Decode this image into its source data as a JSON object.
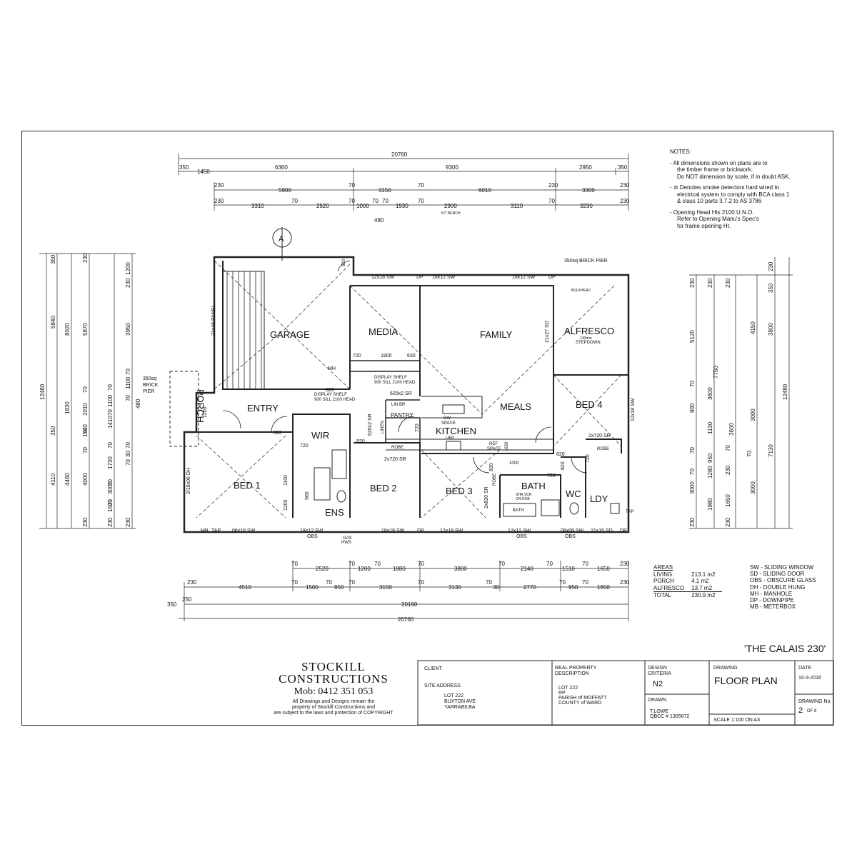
{
  "project_title": "'THE CALAIS 230'",
  "rooms": {
    "garage": "GARAGE",
    "media": "MEDIA",
    "family": "FAMILY",
    "alfresco": "ALFRESCO",
    "entry": "ENTRY",
    "meals": "MEALS",
    "bed4": "BED 4",
    "kitchen": "KITCHEN",
    "pantry": "PANTRY",
    "wir": "WIR",
    "bed1": "BED 1",
    "bed2": "BED 2",
    "bed3": "BED 3",
    "bath": "BATH",
    "wc": "WC",
    "ldy": "LDY",
    "ens": "ENS",
    "porch": "PORCH"
  },
  "labels": {
    "brick_pier_top": "350sq BRICK PIER",
    "brick_pier_left": [
      "350sq",
      "BRICK",
      "PIER"
    ],
    "bulkhead": "BULKHEAD",
    "stepdown": [
      "130mm",
      "STEPDOWN"
    ],
    "panel": "21x48 PANEL",
    "mh": "MH",
    "display_shelf_1": "DISPLAY SHELF",
    "display_shelf_1b": "900 SILL 2100 HEAD",
    "display_shelf_2": "DISPLAY SHELF",
    "display_shelf_2b": "900 SILL 2100 HEAD",
    "dw_space": [
      "DW",
      "SPACE"
    ],
    "ub0": "UB0",
    "ref_space": [
      "REF",
      "SPACE"
    ],
    "robe_a": "ROBE",
    "robe_b": "ROBE",
    "robe_c": "ROBE",
    "linen": "LINEN",
    "lin_br": "LIN BR",
    "shr_scr": [
      "SHR SCR",
      "ON HOB"
    ],
    "bath_small": "BATH",
    "kit_bench": "KIT BENCH",
    "hws": [
      "GAS",
      "HWS"
    ],
    "tap": "TAP",
    "compass": "A",
    "windows": {
      "w1": "12x18 SW",
      "w2": "DP",
      "w3": "18x12 SW",
      "w4": "18x12 SW",
      "w5": "DP",
      "w6": "21x27 SD",
      "w7": "12x18 SW",
      "w8": "3/18x06 DH",
      "b1": "MB",
      "b2": "TAP",
      "b3": "06x18 SW",
      "b4": "18x12 SW",
      "b5": "OBS",
      "b6": "18x18 SW",
      "b7": "DP",
      "b8": "12x18 SW",
      "b9": "12x12 SW",
      "b10": "OBS",
      "b11": "06x06 SW",
      "b12": "OBS",
      "b13": "21x15 SD",
      "b14": "DP"
    },
    "internal": {
      "i1": "820",
      "i2": "720",
      "i3": "1800",
      "i4": "630",
      "i5": "820",
      "i6": "620x2 SR",
      "i7": "820",
      "i8": "820",
      "i9": "720",
      "i10": "2x720 SR",
      "i11": "820",
      "i12": "2x720 SR",
      "i13": "2x820 SR",
      "i14": "720",
      "i15": "820",
      "i16": "720",
      "i17": "1200",
      "i18": "900",
      "i19": "1200",
      "i20": "1100",
      "i21": "820",
      "i22": "620x2 SR",
      "i23": "720",
      "i24": "1000",
      "i25": "1650"
    }
  },
  "dims_top": {
    "row0": [
      "20760"
    ],
    "row1": [
      "350",
      "1450",
      "6360",
      "9300",
      "2950",
      "350"
    ],
    "row2": [
      "230",
      "5900",
      "70",
      "3150",
      "70",
      "6010",
      "230",
      "3300",
      "230"
    ],
    "row3": [
      "230",
      "3310",
      "70",
      "2520",
      "70",
      "1000",
      "70",
      "70",
      "1530",
      "70",
      "2900",
      "3110",
      "70",
      "3230",
      "230"
    ],
    "row3b": [
      "480",
      "KIT BENCH"
    ]
  },
  "dims_bottom": {
    "row1": [
      "70",
      "2520",
      "70",
      "1200",
      "70",
      "1880",
      "70",
      "3800",
      "70",
      "2140",
      "70",
      "1510",
      "70",
      "1650",
      "230"
    ],
    "row2": [
      "230",
      "4510",
      "70",
      "1500",
      "70",
      "950",
      "70",
      "3150",
      "70",
      "3130",
      "70",
      "30",
      "2770",
      "70",
      "950",
      "70",
      "1650",
      "230"
    ],
    "row3": [
      "250",
      "20160"
    ],
    "row4": [
      "350",
      "20760"
    ]
  },
  "dims_left": {
    "col1": [
      "12480"
    ],
    "col2": [
      "350",
      "5840",
      "4110",
      "350"
    ],
    "col3": [
      "8020",
      "1830",
      "4460"
    ],
    "col4": [
      "230",
      "5870",
      "70",
      "2010",
      "70",
      "1540",
      "70",
      "4000",
      "230"
    ],
    "col5": [
      "70",
      "1100",
      "70",
      "1410",
      "70",
      "1730",
      "70",
      "3000",
      "70",
      "1500",
      "230"
    ],
    "col6": [
      "1200",
      "230",
      "3950",
      "70",
      "1100",
      "70",
      "480",
      "70",
      "30",
      "70",
      "230"
    ]
  },
  "dims_right": {
    "col1": [
      "230",
      "5120",
      "70",
      "900",
      "70",
      "1280",
      "1980",
      "70",
      "3000",
      "230"
    ],
    "col2": [
      "230",
      "7750",
      "950",
      "70",
      "1650",
      "230"
    ],
    "col3": [
      "230",
      "3600",
      "230",
      "70"
    ],
    "col4": [
      "3000",
      "3000"
    ],
    "col5": [
      "350",
      "4150",
      "230",
      "7130"
    ],
    "col6": [
      "3800",
      "12480"
    ],
    "col7": [
      "1130",
      "3600"
    ]
  },
  "notes": {
    "heading": "NOTES:",
    "n1": [
      "- All dimensions shown on plans are to",
      "the timber frame or brickwork.",
      "Do NOT dimension by scale, if in doubt ASK."
    ],
    "n2": [
      "- ⊘ Denotes smoke detectors hard wired to",
      "electrical system to comply with BCA class 1",
      "& class 10 parts 3.7.2 to AS 3786"
    ],
    "n3": [
      "- Opening Head Hts 2100 U.N.O.",
      "Refer to Opening Manu's Spec's",
      "for frame opening Ht."
    ]
  },
  "areas": {
    "heading": "AREAS",
    "rows": [
      {
        "name": "LIVING",
        "value": "213.1 m2"
      },
      {
        "name": "PORCH",
        "value": "4.1 m2"
      },
      {
        "name": "ALFRESCO",
        "value": "13.7 m2"
      }
    ],
    "total_name": "TOTAL",
    "total_value": "230.9 m2"
  },
  "legend": [
    "SW - SLIDING WINDOW",
    "SD - SLIDING DOOR",
    "OBS - OBSCURE GLASS",
    "DH - DOUBLE HUNG",
    "MH - MANHOLE",
    "DP - DOWNPIPE",
    "MB - METERBOX"
  ],
  "company": {
    "name1": "STOCKILL",
    "name2": "CONSTRUCTIONS",
    "mobile": "Mob: 0412 351 053",
    "copyright": [
      "All Drawings and Designs remain the",
      "property of Stockill Constructions and",
      "are subject to the laws and protection of COPYRIGHT"
    ]
  },
  "title_block": {
    "client_label": "CLIENT",
    "site_label": "SITE ADDRESS",
    "site_lines": [
      "LOT 222",
      "BUXTON AVE",
      "YARRABILBA"
    ],
    "rpd_label": [
      "REAL PROPERTY",
      "DESCRIPTION"
    ],
    "rpd_lines": [
      "LOT 222",
      "RP",
      "PARISH of MOFFATT",
      "COUNTY of WARD"
    ],
    "design_label": [
      "DESIGN",
      "CRITERIA"
    ],
    "design_value": "N2",
    "drawn_label": "DRAWN",
    "drawn_lines": [
      "T.LOWE",
      "QBCC # 1305672"
    ],
    "drawing_label": "DRAWING",
    "drawing_value": "FLOOR PLAN",
    "date_label": "DATE",
    "date_value": "10-3-2016",
    "drawing_no_label": "DRAWING No.",
    "drawing_no_value": "2",
    "drawing_no_of": "OF 8",
    "scale": "SCALE   1:100 ON A3"
  }
}
